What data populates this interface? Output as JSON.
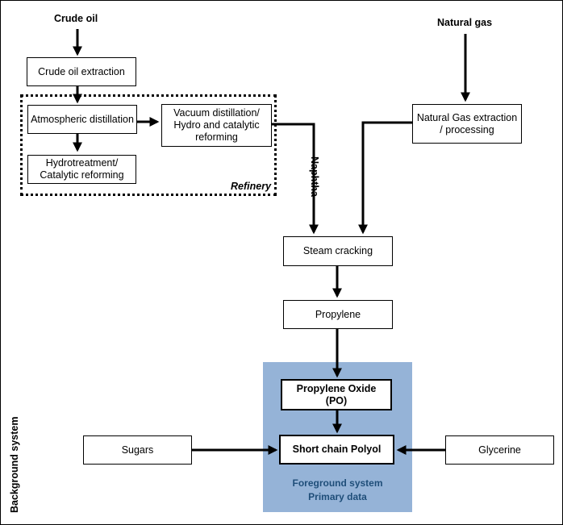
{
  "sources": {
    "crude_oil": "Crude oil",
    "natural_gas": "Natural gas"
  },
  "boxes": {
    "crude_oil_extraction": "Crude oil extraction",
    "atmospheric_distillation": "Atmospheric distillation",
    "hydrotreatment": "Hydrotreatment/ Catalytic  reforming",
    "vacuum_distillation": "Vacuum distillation/ Hydro and catalytic reforming",
    "natural_gas_extraction": "Natural Gas extraction / processing",
    "steam_cracking": "Steam cracking",
    "propylene": "Propylene",
    "propylene_oxide": "Propylene Oxide (PO)",
    "short_chain_polyol": "Short chain  Polyol",
    "sugars": "Sugars",
    "glycerine": "Glycerine"
  },
  "labels": {
    "refinery": "Refinery",
    "naphtha": "Naphtha",
    "background_system": "Background system",
    "foreground_system": "Foreground system",
    "primary_data": "Primary data"
  },
  "colors": {
    "foreground_fill": "#95b3d7",
    "foreground_text": "#1f4e79",
    "edge": "#000000"
  },
  "edges": [
    {
      "from": "Crude oil",
      "to": "Crude oil extraction"
    },
    {
      "from": "Crude oil extraction",
      "to": "Atmospheric distillation"
    },
    {
      "from": "Atmospheric distillation",
      "to": "Hydrotreatment/ Catalytic reforming"
    },
    {
      "from": "Atmospheric distillation",
      "to": "Vacuum distillation/ Hydro and catalytic reforming"
    },
    {
      "from": "Vacuum distillation/ Hydro and catalytic reforming",
      "to": "Steam cracking",
      "label": "Naphtha"
    },
    {
      "from": "Natural gas",
      "to": "Natural Gas extraction / processing"
    },
    {
      "from": "Natural Gas extraction / processing",
      "to": "Steam cracking"
    },
    {
      "from": "Steam cracking",
      "to": "Propylene"
    },
    {
      "from": "Propylene",
      "to": "Propylene Oxide (PO)"
    },
    {
      "from": "Propylene Oxide (PO)",
      "to": "Short chain Polyol"
    },
    {
      "from": "Sugars",
      "to": "Short chain Polyol"
    },
    {
      "from": "Glycerine",
      "to": "Short chain Polyol"
    }
  ]
}
